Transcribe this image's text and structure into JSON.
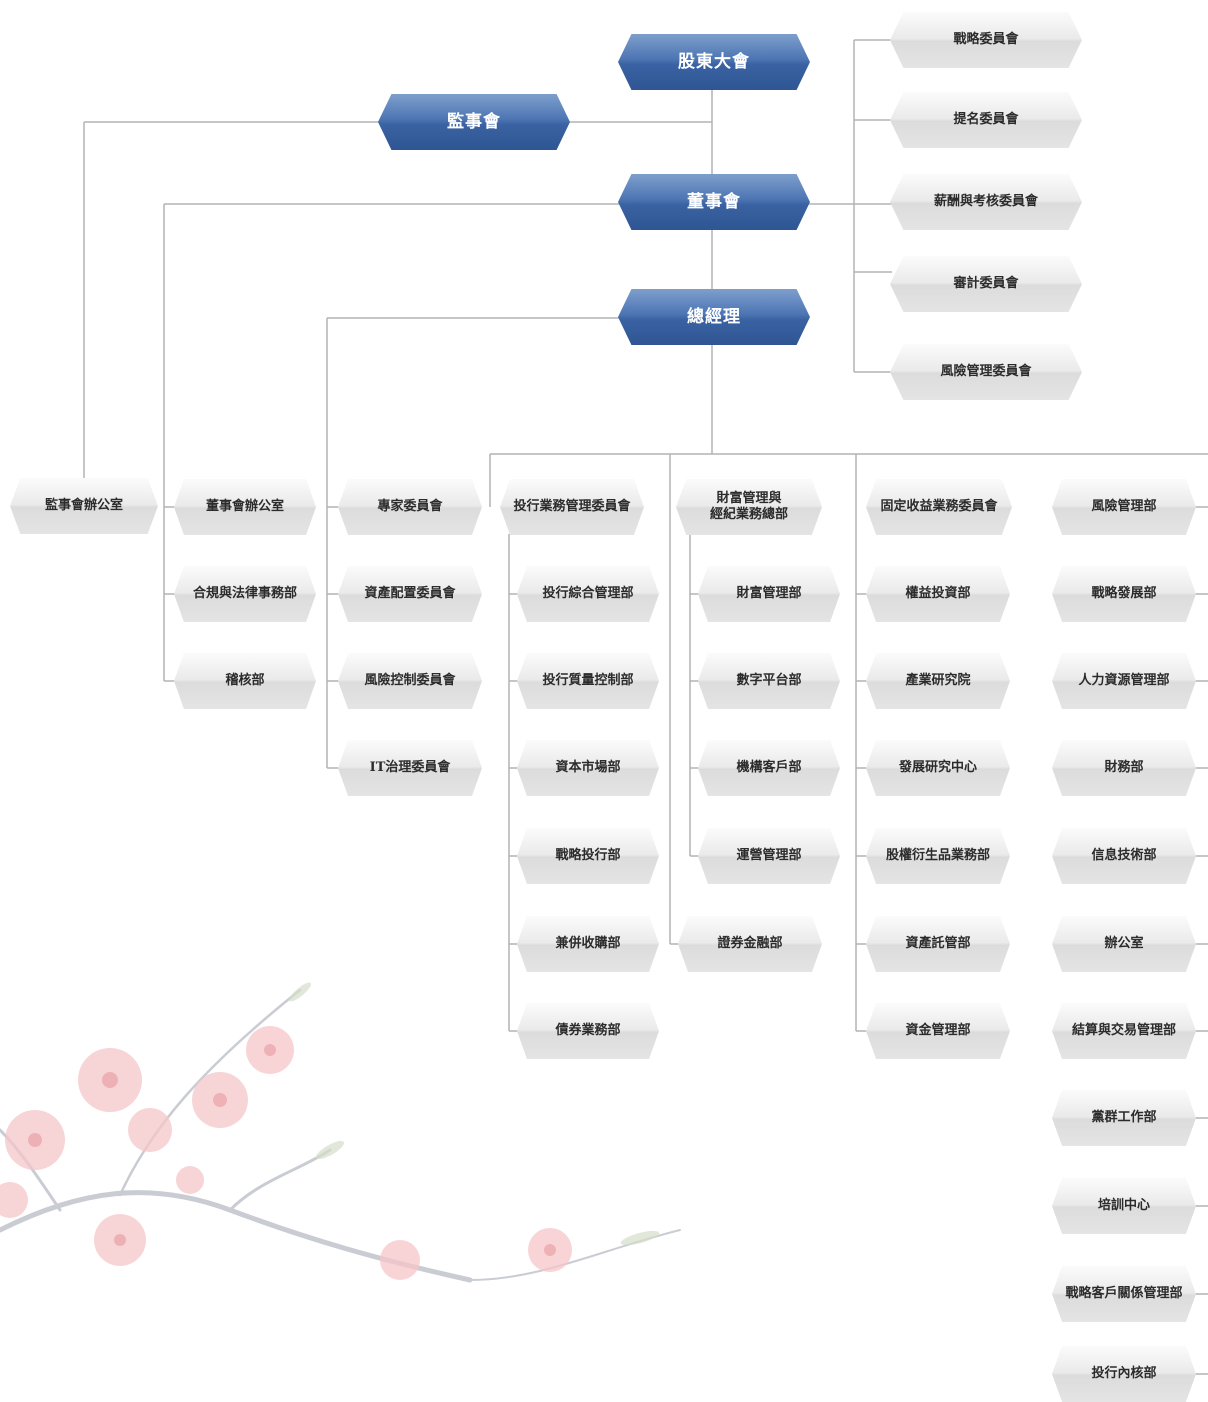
{
  "top": {
    "shareholders": "股東大會",
    "supervisors": "監事會",
    "board": "董事會",
    "gm": "總經理"
  },
  "committees": [
    "戰略委員會",
    "提名委員會",
    "薪酬與考核委員會",
    "審計委員會",
    "風險管理委員會"
  ],
  "col1": [
    "監事會辦公室"
  ],
  "col2": [
    "董事會辦公室",
    "合規與法律事務部",
    "稽核部"
  ],
  "col3": [
    "專家委員會",
    "資產配置委員會",
    "風險控制委員會",
    "IT治理委員會"
  ],
  "col4": {
    "head": "投行業務管理委員會",
    "items": [
      "投行綜合管理部",
      "投行質量控制部",
      "資本市場部",
      "戰略投行部",
      "兼併收購部",
      "債券業務部"
    ]
  },
  "col5": {
    "head": "財富管理與\n經紀業務總部",
    "items": [
      "財富管理部",
      "數字平台部",
      "機構客戶部",
      "運營管理部"
    ],
    "extra": "證券金融部"
  },
  "col6": {
    "head": "固定收益業務委員會",
    "items": [
      "權益投資部",
      "產業研究院",
      "發展研究中心",
      "股權衍生品業務部",
      "資產託管部",
      "資金管理部"
    ]
  },
  "col7": [
    "風險管理部",
    "戰略發展部",
    "人力資源管理部",
    "財務部",
    "信息技術部",
    "辦公室",
    "結算與交易管理部",
    "黨群工作部",
    "培訓中心",
    "戰略客戶關係管理部",
    "投行內核部"
  ]
}
